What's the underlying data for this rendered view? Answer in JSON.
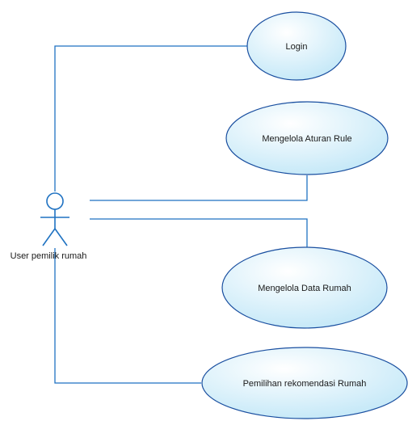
{
  "diagram": {
    "actor": {
      "label": "User pemilik rumah",
      "icon": "stick-figure-actor-icon"
    },
    "use_cases": [
      {
        "id": "login",
        "label": "Login"
      },
      {
        "id": "aturan-rule",
        "label": "Mengelola Aturan Rule"
      },
      {
        "id": "data-rumah",
        "label": "Mengelola Data Rumah"
      },
      {
        "id": "rekomendasi",
        "label": "Pemilihan rekomendasi Rumah"
      }
    ],
    "colors": {
      "ellipse_fill_light": "#ffffff",
      "ellipse_fill_dark": "#bfe6f7",
      "ellipse_stroke": "#1a4fa0",
      "connector": "#1f72c2"
    }
  }
}
